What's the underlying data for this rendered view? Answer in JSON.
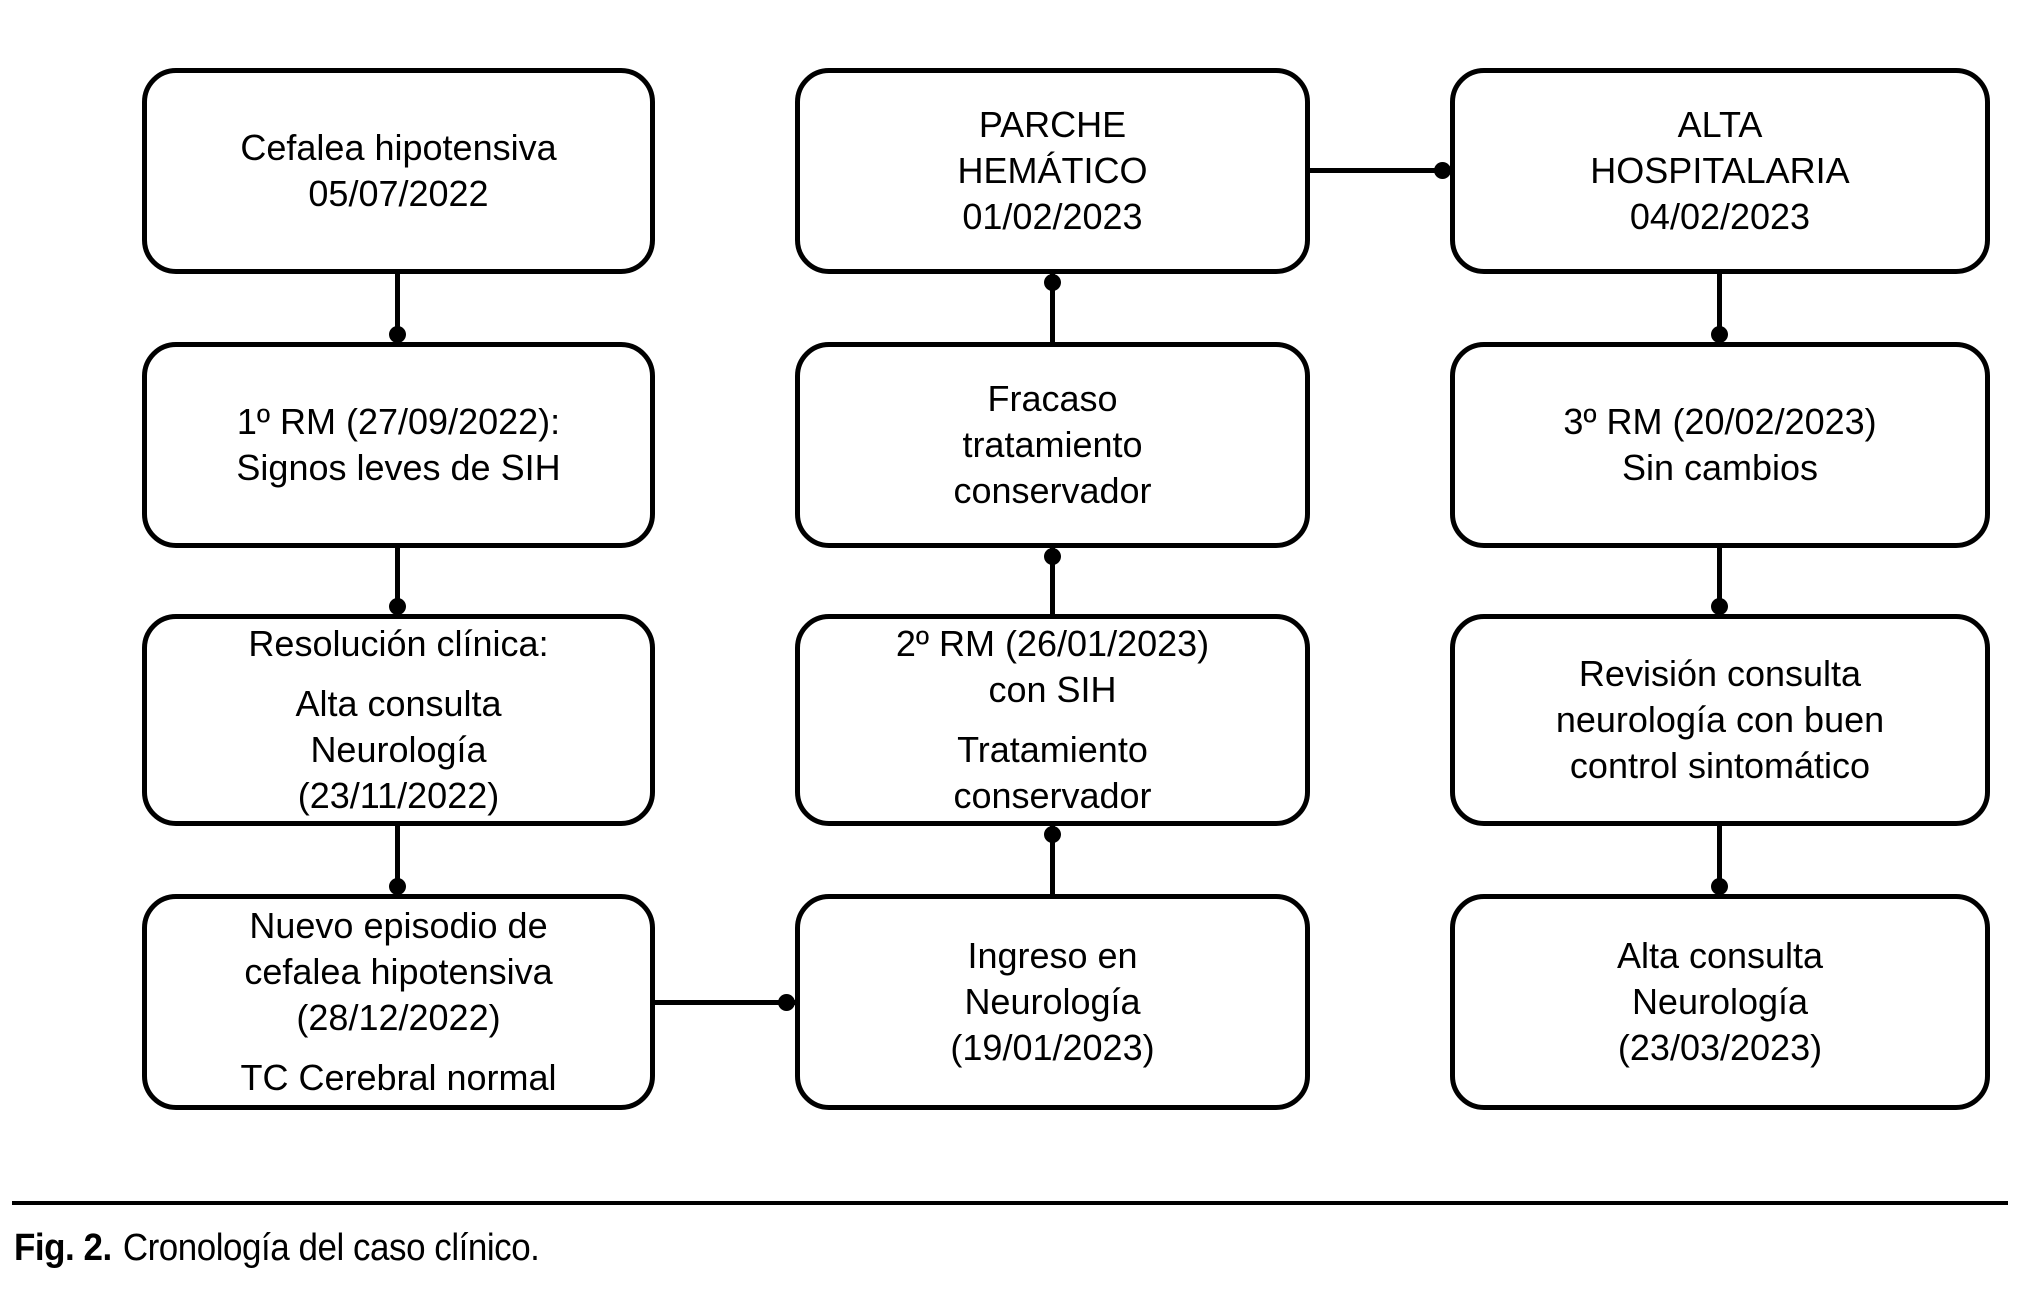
{
  "figure": {
    "caption": {
      "label": "Fig. 2.",
      "text": "Cronología del caso clínico."
    }
  },
  "colors": {
    "stroke": "#000000",
    "background": "#ffffff"
  },
  "nodes": {
    "cefalea_hipotensiva": {
      "p1": [
        "Cefalea hipotensiva",
        "05/07/2022"
      ]
    },
    "primera_rm": {
      "p1": [
        "1º RM (27/09/2022):",
        "Signos leves de SIH"
      ]
    },
    "resolucion_clinica": {
      "p1": [
        "Resolución clínica:"
      ],
      "p2": [
        "Alta consulta",
        "Neurología",
        "(23/11/2022)"
      ]
    },
    "nuevo_episodio": {
      "p1": [
        "Nuevo episodio de",
        "cefalea hipotensiva",
        "(28/12/2022)"
      ],
      "p2": [
        "TC Cerebral normal"
      ]
    },
    "parche_hematico": {
      "p1": [
        "PARCHE",
        "HEMÁTICO",
        "01/02/2023"
      ]
    },
    "fracaso_tratamiento": {
      "p1": [
        "Fracaso",
        "tratamiento",
        "conservador"
      ]
    },
    "segunda_rm": {
      "p1": [
        "2º RM (26/01/2023)",
        "con SIH"
      ],
      "p2": [
        "Tratamiento",
        "conservador"
      ]
    },
    "ingreso_neurologia": {
      "p1": [
        "Ingreso en",
        "Neurología",
        "(19/01/2023)"
      ]
    },
    "alta_hospitalaria": {
      "p1": [
        "ALTA",
        "HOSPITALARIA",
        "04/02/2023"
      ]
    },
    "tercera_rm": {
      "p1": [
        "3º RM (20/02/2023)",
        "Sin cambios"
      ]
    },
    "revision_consulta": {
      "p1": [
        "Revisión consulta",
        "neurología con buen",
        "control sintomático"
      ]
    },
    "alta_consulta_neurologia": {
      "p1": [
        "Alta consulta",
        "Neurología",
        "(23/03/2023)"
      ]
    }
  },
  "edges": [
    {
      "from": "cefalea_hipotensiva",
      "to": "primera_rm"
    },
    {
      "from": "primera_rm",
      "to": "resolucion_clinica"
    },
    {
      "from": "resolucion_clinica",
      "to": "nuevo_episodio"
    },
    {
      "from": "nuevo_episodio",
      "to": "ingreso_neurologia"
    },
    {
      "from": "ingreso_neurologia",
      "to": "segunda_rm"
    },
    {
      "from": "segunda_rm",
      "to": "fracaso_tratamiento"
    },
    {
      "from": "fracaso_tratamiento",
      "to": "parche_hematico"
    },
    {
      "from": "parche_hematico",
      "to": "alta_hospitalaria"
    },
    {
      "from": "alta_hospitalaria",
      "to": "tercera_rm"
    },
    {
      "from": "tercera_rm",
      "to": "revision_consulta"
    },
    {
      "from": "revision_consulta",
      "to": "alta_consulta_neurologia"
    }
  ]
}
